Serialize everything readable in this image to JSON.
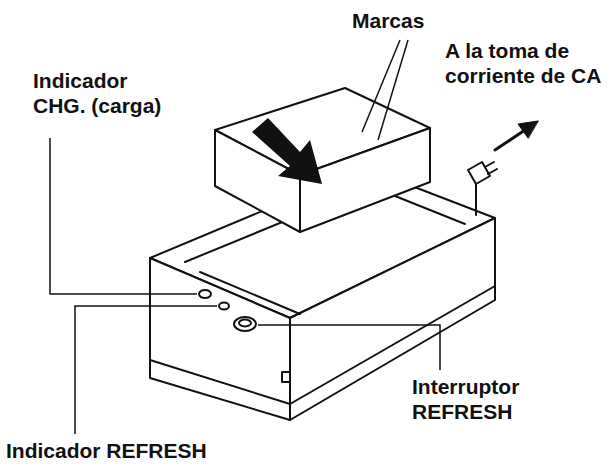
{
  "diagram": {
    "labels": [
      "Marcas",
      "A la toma de corriente de CA",
      "Indicador CHG. (carga)",
      "Interruptor REFRESH",
      "Indicador REFRESH"
    ]
  }
}
